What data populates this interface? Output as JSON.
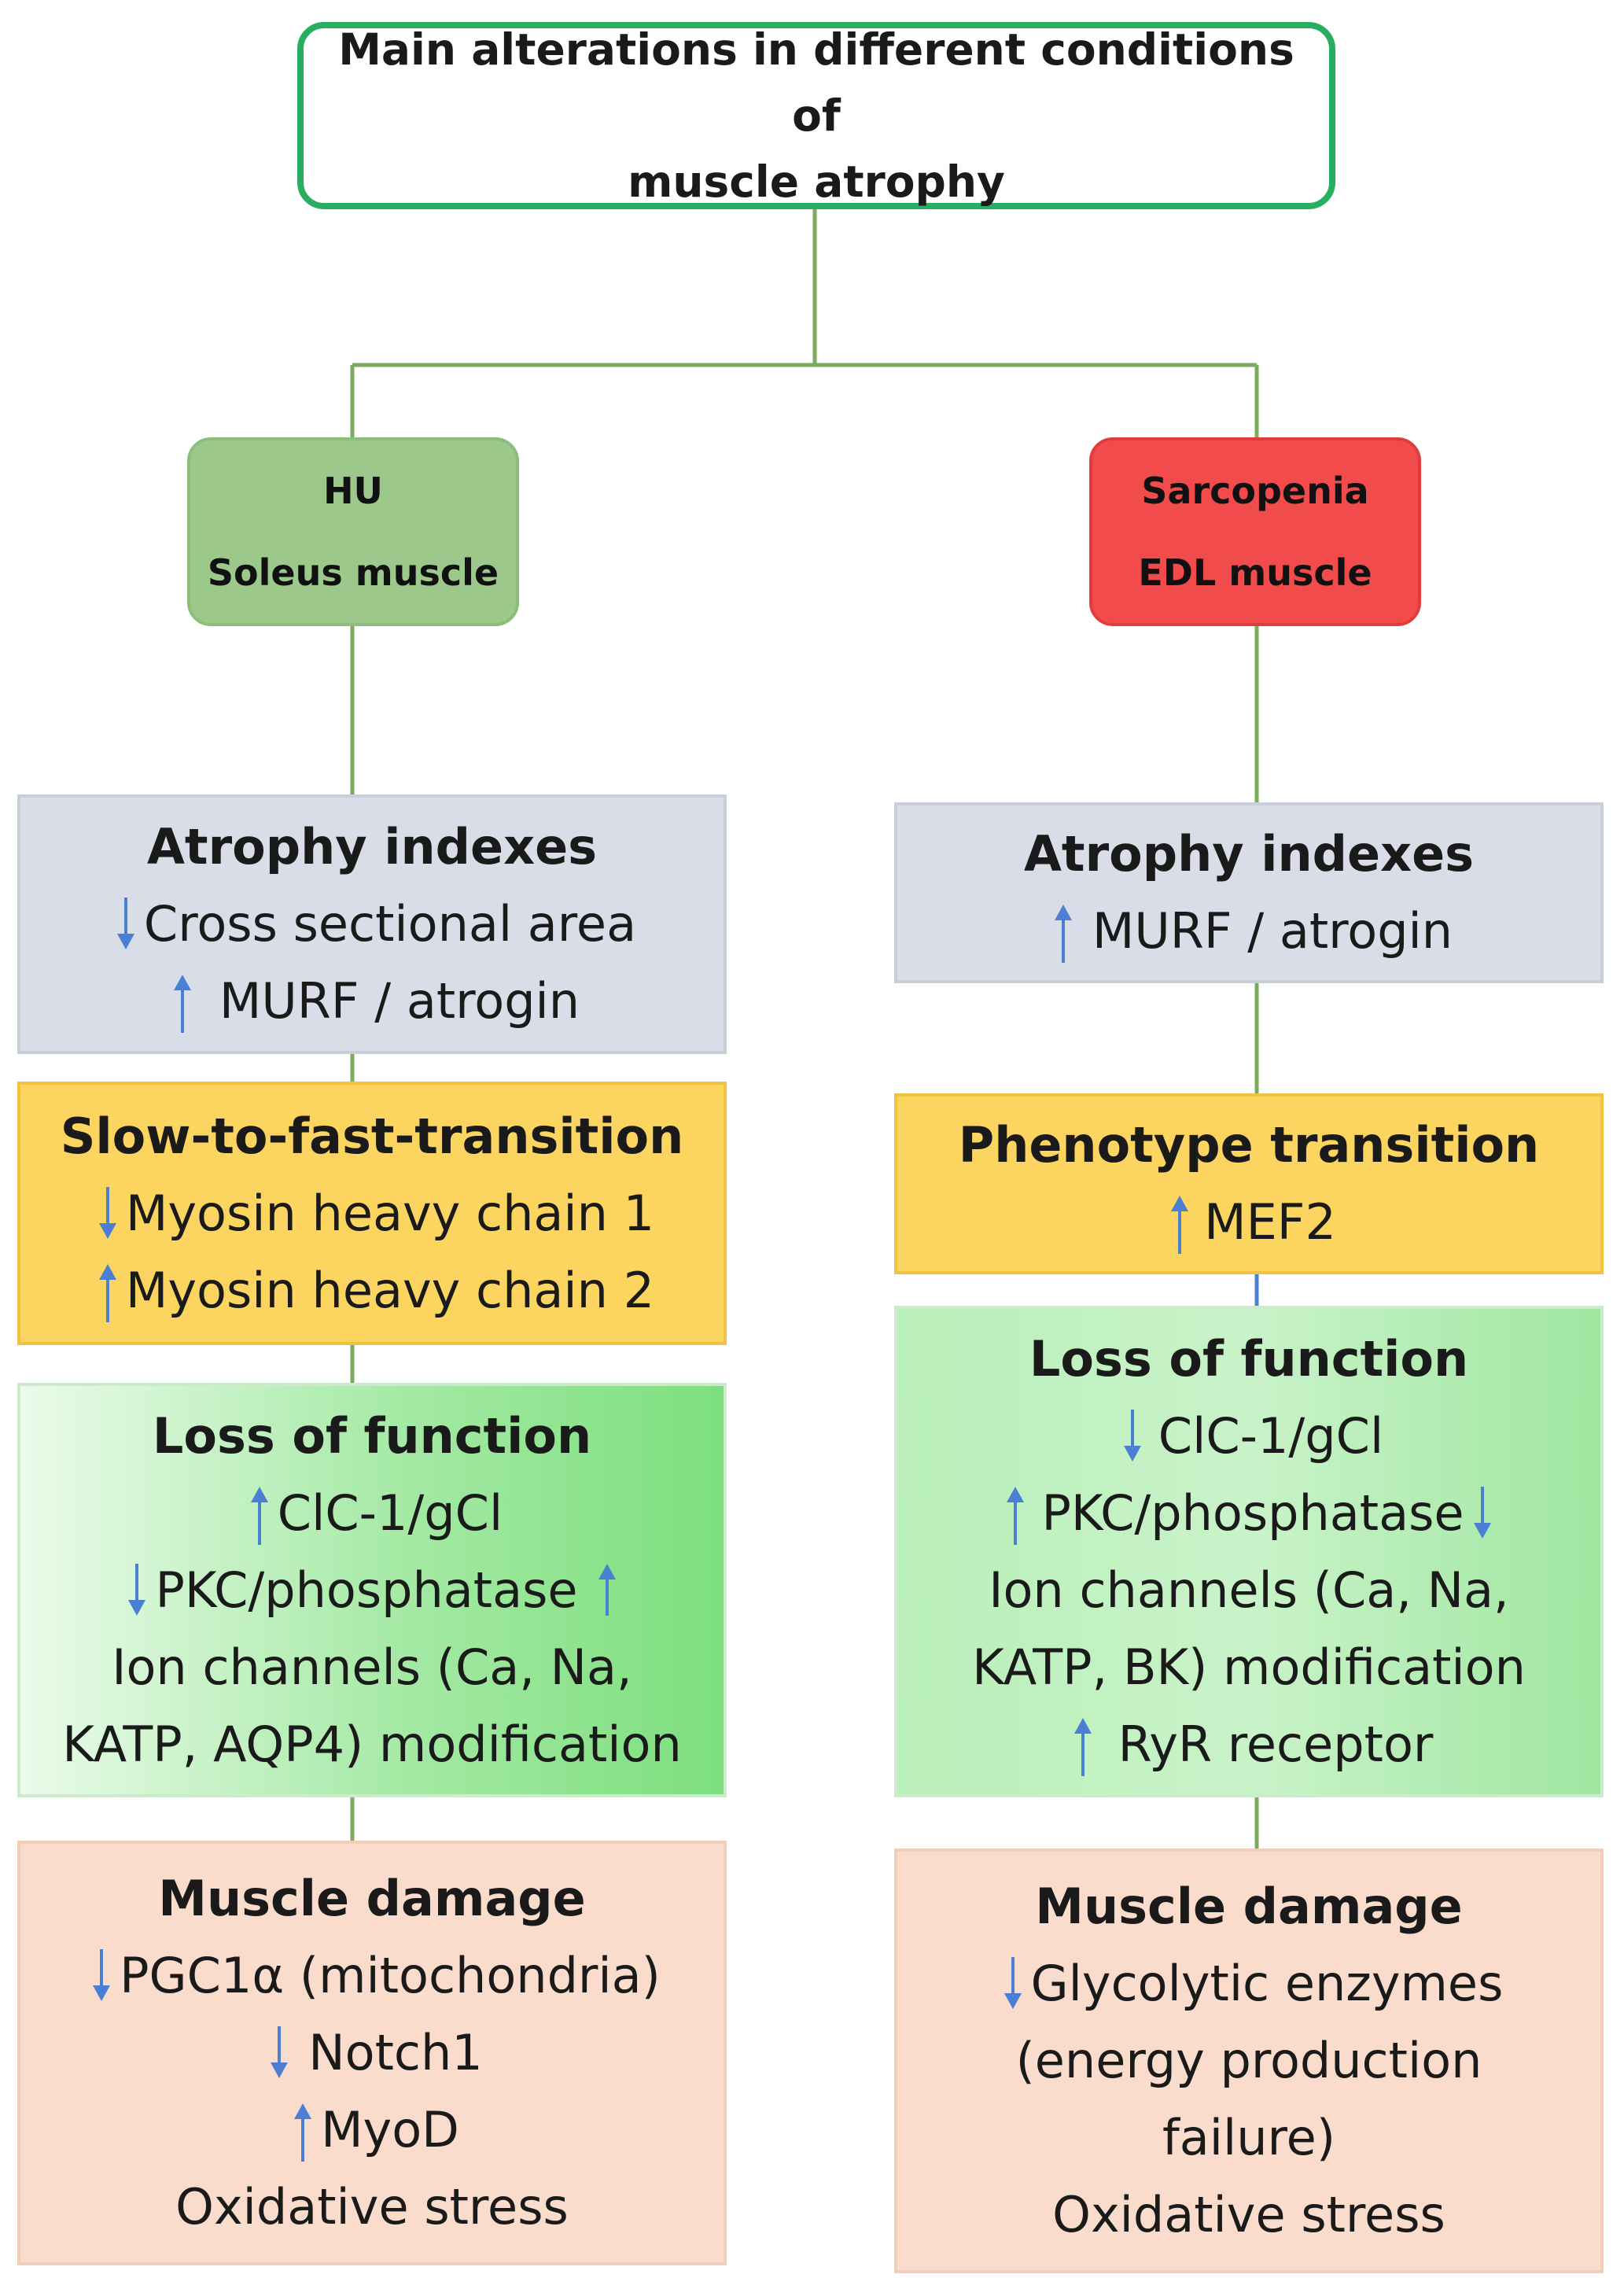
{
  "root": {
    "line1": "Main alterations in different conditions of",
    "line2": "muscle atrophy"
  },
  "left_condition": {
    "line1": "HU",
    "line2": "Soleus muscle",
    "color": "#9dc88c"
  },
  "right_condition": {
    "line1": "Sarcopenia",
    "line2": "EDL muscle",
    "color": "#f24b4b"
  },
  "left": {
    "atrophy": {
      "title": "Atrophy  indexes",
      "item1": "Cross sectional area",
      "item2": "MURF / atrogin"
    },
    "transition": {
      "title": "Slow-to-fast-transition",
      "item1": "Myosin heavy chain 1",
      "item2": "Myosin heavy chain 2"
    },
    "function": {
      "title": "Loss of function",
      "item1": "ClC-1/gCl",
      "item2": "PKC/phosphatase",
      "item3": "Ion channels (Ca, Na,",
      "item4": "KATP, AQP4) modification"
    },
    "damage": {
      "title": "Muscle damage",
      "item1": "PGC1α (mitochondria)",
      "item2": "Notch1",
      "item3": "MyoD",
      "item4": "Oxidative stress"
    }
  },
  "right": {
    "atrophy": {
      "title": "Atrophy  indexes",
      "item1": "MURF / atrogin"
    },
    "transition": {
      "title": "Phenotype transition",
      "item1": "MEF2"
    },
    "function": {
      "title": "Loss of function",
      "item1": "ClC-1/gCl",
      "item2": "PKC/phosphatase",
      "item3": "Ion channels (Ca, Na,",
      "item4": "KATP, BK) modification",
      "item5": "RyR receptor"
    },
    "damage": {
      "title": "Muscle damage",
      "item1": "Glycolytic enzymes",
      "item2": "(energy production",
      "item3": "failure)",
      "item4": "Oxidative stress"
    }
  },
  "colors": {
    "connector": "#7aab5e",
    "arrow": "#4a7fd4",
    "root_border": "#27ae60"
  }
}
